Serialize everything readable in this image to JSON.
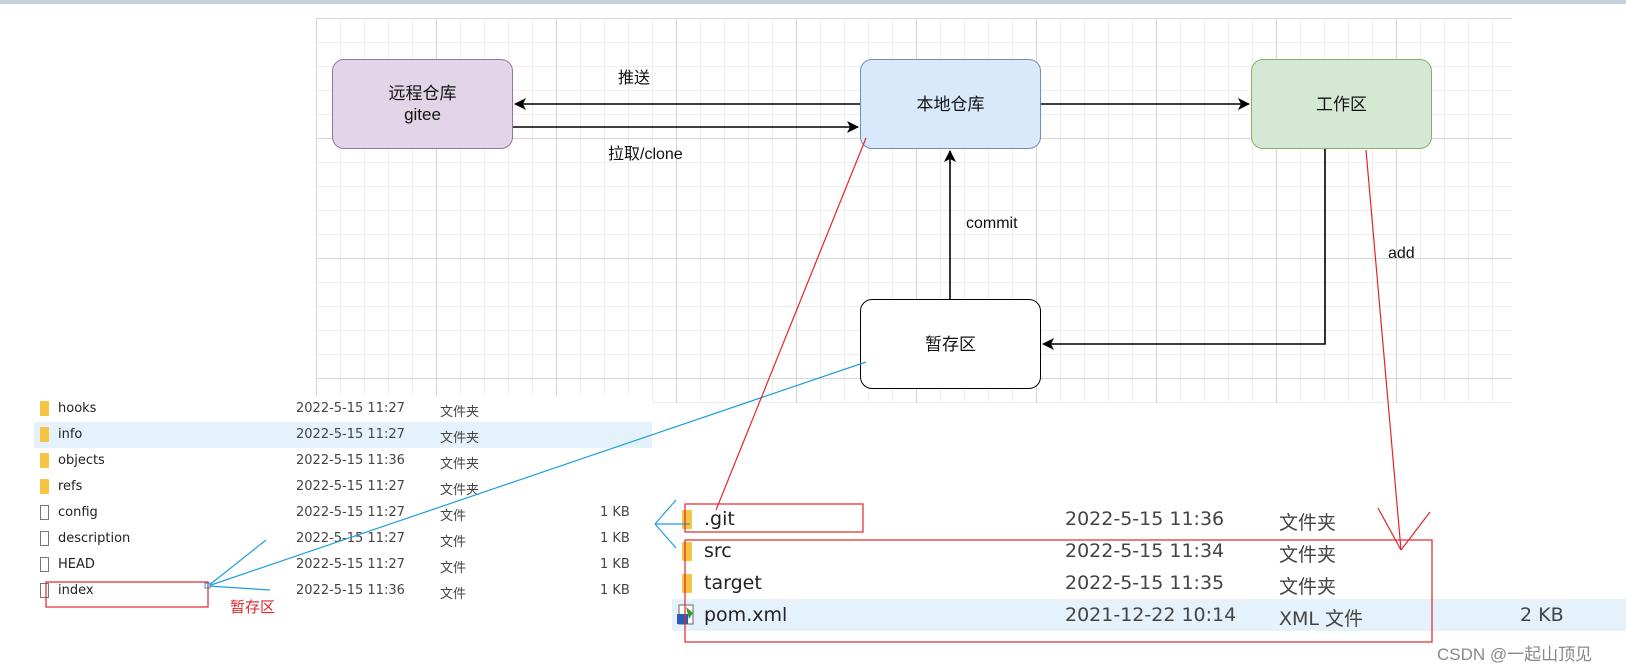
{
  "diagram": {
    "nodes": {
      "remote": {
        "line1": "远程仓库",
        "line2": "gitee"
      },
      "local": {
        "label": "本地仓库"
      },
      "work": {
        "label": "工作区"
      },
      "stage": {
        "label": "暂存区"
      }
    },
    "edges": {
      "push": "推送",
      "pull": "拉取/clone",
      "commit": "commit",
      "add": "add"
    }
  },
  "left_list": [
    {
      "name": "hooks",
      "date": "2022-5-15 11:27",
      "type": "文件夹",
      "size": "",
      "icon": "folder-icon"
    },
    {
      "name": "info",
      "date": "2022-5-15 11:27",
      "type": "文件夹",
      "size": "",
      "icon": "folder-icon",
      "selected": true
    },
    {
      "name": "objects",
      "date": "2022-5-15 11:36",
      "type": "文件夹",
      "size": "",
      "icon": "folder-icon"
    },
    {
      "name": "refs",
      "date": "2022-5-15 11:27",
      "type": "文件夹",
      "size": "",
      "icon": "folder-icon"
    },
    {
      "name": "config",
      "date": "2022-5-15 11:27",
      "type": "文件",
      "size": "1 KB",
      "icon": "file-icon"
    },
    {
      "name": "description",
      "date": "2022-5-15 11:27",
      "type": "文件",
      "size": "1 KB",
      "icon": "file-icon"
    },
    {
      "name": "HEAD",
      "date": "2022-5-15 11:27",
      "type": "文件",
      "size": "1 KB",
      "icon": "file-icon"
    },
    {
      "name": "index",
      "date": "2022-5-15 11:36",
      "type": "文件",
      "size": "1 KB",
      "icon": "file-icon"
    }
  ],
  "left_note": "暂存区",
  "right_list": [
    {
      "name": ".git",
      "date": "2022-5-15 11:36",
      "type": "文件夹",
      "size": "",
      "icon": "folder-icon"
    },
    {
      "name": "src",
      "date": "2022-5-15 11:34",
      "type": "文件夹",
      "size": "",
      "icon": "folder-icon"
    },
    {
      "name": "target",
      "date": "2022-5-15 11:35",
      "type": "文件夹",
      "size": "",
      "icon": "folder-icon"
    },
    {
      "name": "pom.xml",
      "date": "2021-12-22 10:14",
      "type": "XML 文件",
      "size": "2 KB",
      "icon": "xml-file-icon",
      "selected": true
    }
  ],
  "watermark": "CSDN @一起山顶见",
  "colors": {
    "annotation_red": "#e1262b",
    "annotation_blue": "#1aa0dc",
    "remote_fill": "#e1d5e7",
    "local_fill": "#dae8fc",
    "work_fill": "#d5e8d4"
  }
}
